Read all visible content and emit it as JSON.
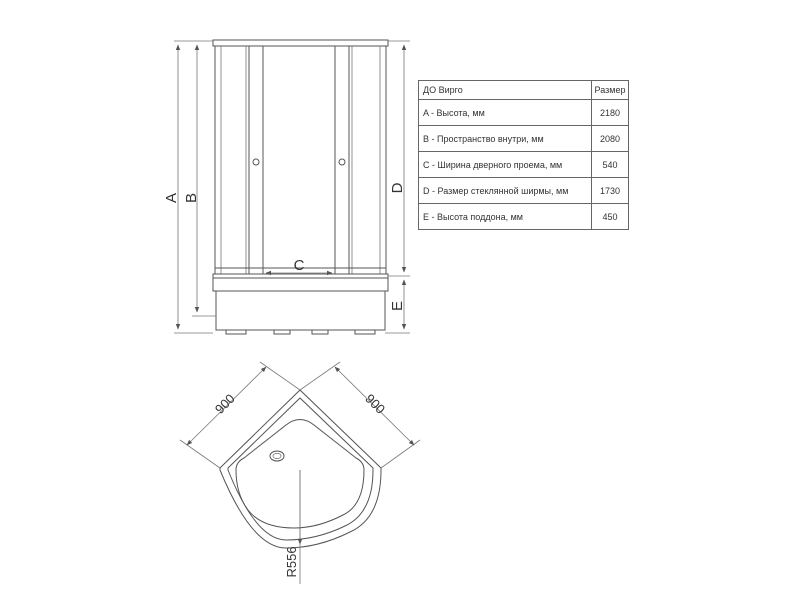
{
  "drawing": {
    "front_labels": {
      "a": "A",
      "b": "B",
      "c": "C",
      "d": "D",
      "e": "E"
    },
    "top_labels": {
      "side_left": "900",
      "side_right": "900",
      "radius": "R556"
    }
  },
  "table": {
    "header": {
      "name": "ДО Вирго",
      "value": "Размер"
    },
    "rows": [
      {
        "label": "A - Высота, мм",
        "value": "2180"
      },
      {
        "label": "B - Пространство внутри, мм",
        "value": "2080"
      },
      {
        "label": "C - Ширина дверного проема, мм",
        "value": "540"
      },
      {
        "label": "D - Размер стеклянной ширмы, мм",
        "value": "1730"
      },
      {
        "label": "E - Высота поддона, мм",
        "value": "450"
      }
    ]
  }
}
